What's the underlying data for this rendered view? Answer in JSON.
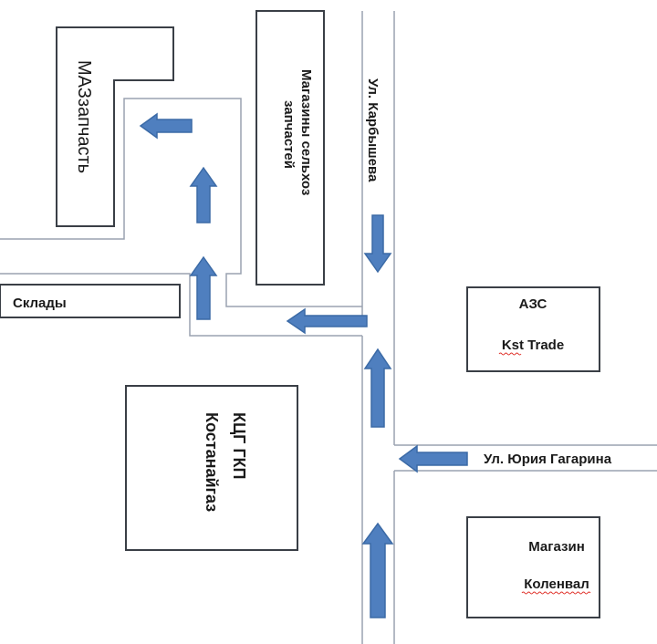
{
  "labels": {
    "shop_name": "МАЗзапчасть",
    "shop_name_color": "#c8151b",
    "agri_shops_line1": "Магазины сельхоз",
    "agri_shops_line2": "запчастей",
    "street_karbysheva": "Ул. Карбышева",
    "warehouses": "Склады",
    "gas_station_line1": "АЗС",
    "gas_station_line2": "Kst Trade",
    "kcg_line1": "КЦГ ГКП",
    "kcg_line2": "Костанайгаз",
    "street_gagarina": "Ул. Юрия Гагарина",
    "koleval_line1": "Магазин",
    "koleval_line2": "Коленвал"
  },
  "colors": {
    "arrow_fill": "#4f7fbf",
    "road_line": "#9aa2b0",
    "block_border": "#3a3f46"
  },
  "arrows": [
    {
      "name": "arrow-left-to-shop",
      "direction": "left"
    },
    {
      "name": "arrow-up-upper",
      "direction": "up"
    },
    {
      "name": "arrow-up-lower",
      "direction": "up"
    },
    {
      "name": "arrow-down-karbysheva",
      "direction": "down"
    },
    {
      "name": "arrow-left-middle",
      "direction": "left"
    },
    {
      "name": "arrow-up-karbysheva-mid",
      "direction": "up"
    },
    {
      "name": "arrow-left-gagarina",
      "direction": "left"
    },
    {
      "name": "arrow-up-karbysheva-bottom",
      "direction": "up"
    }
  ]
}
